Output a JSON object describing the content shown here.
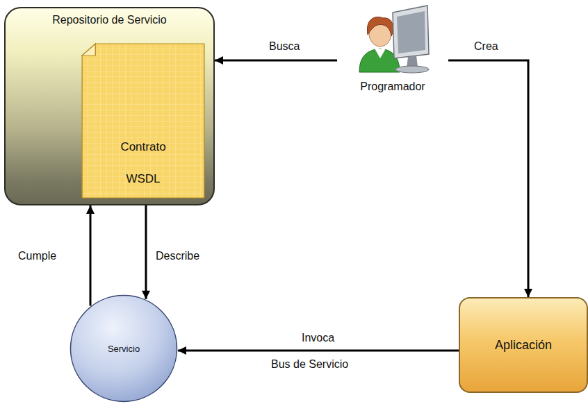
{
  "diagram": {
    "nodes": [
      {
        "text": [
          "Repositorio de Servicio"
        ]
      },
      {
        "text": [
          "Contrato",
          "WSDL"
        ],
        "in": 0
      },
      {
        "text": [
          "Programador"
        ]
      },
      {
        "text": [
          "Servicio"
        ]
      },
      {
        "text": [
          "Aplicación"
        ]
      }
    ],
    "edges": [
      {
        "from": 2,
        "to": 0,
        "label": "Busca",
        "arrow": "to"
      },
      {
        "from": 2,
        "to": 4,
        "label": "Crea",
        "arrow": "to"
      },
      {
        "from": 3,
        "to": 0,
        "label": "Cumple",
        "arrow": "to"
      },
      {
        "from": 0,
        "to": 3,
        "label": "Describe",
        "arrow": "to"
      },
      {
        "from": 4,
        "to": 3,
        "label": "Invoca",
        "arrow": "to"
      }
    ],
    "labels": [
      "Bus de Servicio"
    ]
  }
}
